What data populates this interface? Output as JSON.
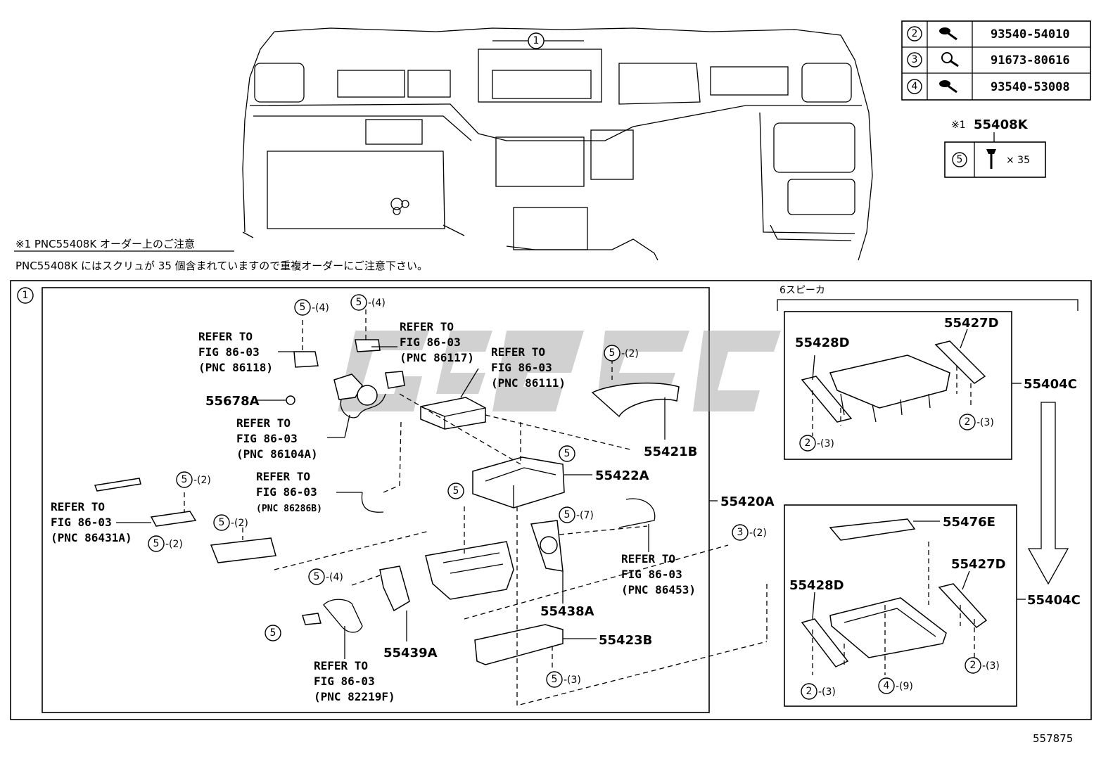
{
  "top_callout": "1",
  "screw_table": [
    {
      "key": "2",
      "part": "93540-54010"
    },
    {
      "key": "3",
      "part": "91673-80616"
    },
    {
      "key": "4",
      "part": "93540-53008"
    }
  ],
  "kit": {
    "mark": "※1",
    "part": "55408K",
    "key": "5",
    "qty": "× 35"
  },
  "note": {
    "heading": "※1  PNC55408K オーダー上のご注意",
    "body": "PNC55408K にはスクリュが 35 個含まれていますので重複オーダーにご注意下さい。"
  },
  "frame_callout": "1",
  "speaker_variant": "6スピーカ",
  "labels": {
    "p55678A": "55678A",
    "p55421B": "55421B",
    "p55422A": "55422A",
    "p55420A": "55420A",
    "p55438A": "55438A",
    "p55439A": "55439A",
    "p55423B": "55423B",
    "p55428D_top": "55428D",
    "p55427D_top": "55427D",
    "p55404C_top": "55404C",
    "p55476E": "55476E",
    "p55427D_bot": "55427D",
    "p55428D_bot": "55428D",
    "p55404C_bot": "55404C"
  },
  "refer_to": [
    {
      "lines": [
        "REFER TO",
        "FIG 86-03",
        "(PNC 86118)"
      ]
    },
    {
      "lines": [
        "REFER TO",
        "FIG 86-03",
        "(PNC 86117)"
      ]
    },
    {
      "lines": [
        "REFER TO",
        "FIG 86-03",
        "(PNC 86111)"
      ]
    },
    {
      "lines": [
        "REFER TO",
        "FIG 86-03",
        "(PNC 86104A)"
      ]
    },
    {
      "lines": [
        "REFER TO",
        "FIG 86-03",
        "(PNC 86286B)"
      ]
    },
    {
      "lines": [
        "REFER TO",
        "FIG 86-03",
        "(PNC 86431A)"
      ]
    },
    {
      "lines": [
        "REFER TO",
        "FIG 86-03",
        "(PNC 86453)"
      ]
    },
    {
      "lines": [
        "REFER TO",
        "FIG 86-03",
        "(PNC 82219F)"
      ]
    }
  ],
  "screw_callouts": [
    {
      "key": "5",
      "qty": "-(4)"
    },
    {
      "key": "5",
      "qty": "-(4)"
    },
    {
      "key": "5",
      "qty": "-(2)"
    },
    {
      "key": "5",
      "qty": ""
    },
    {
      "key": "5",
      "qty": ""
    },
    {
      "key": "5",
      "qty": "-(2)"
    },
    {
      "key": "5",
      "qty": "-(2)"
    },
    {
      "key": "5",
      "qty": "-(2)"
    },
    {
      "key": "5",
      "qty": "-(7)"
    },
    {
      "key": "3",
      "qty": "-(2)"
    },
    {
      "key": "5",
      "qty": "-(4)"
    },
    {
      "key": "5",
      "qty": ""
    },
    {
      "key": "5",
      "qty": "-(3)"
    },
    {
      "key": "2",
      "qty": "-(3)"
    },
    {
      "key": "2",
      "qty": "-(3)"
    },
    {
      "key": "2",
      "qty": "-(3)"
    },
    {
      "key": "4",
      "qty": "-(9)"
    },
    {
      "key": "2",
      "qty": "-(3)"
    }
  ],
  "illustration_number": "557875"
}
